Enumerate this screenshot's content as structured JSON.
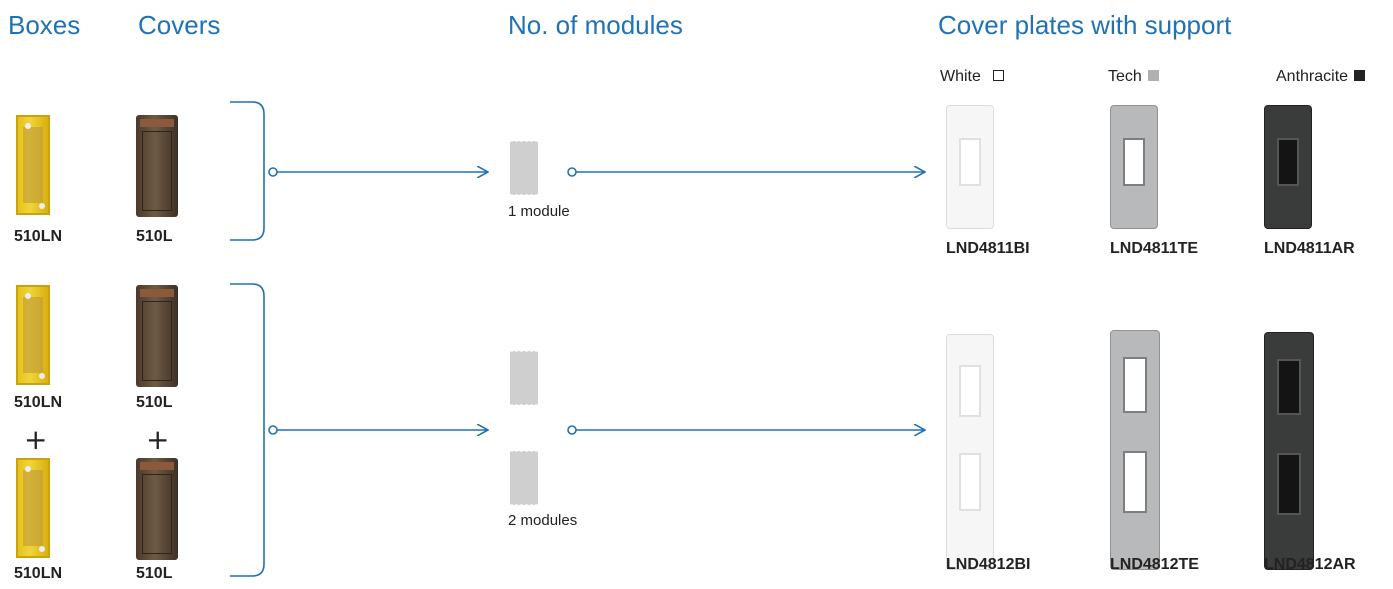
{
  "headers": {
    "boxes": "Boxes",
    "covers": "Covers",
    "modules": "No. of modules",
    "plates": "Cover plates with support"
  },
  "finishes": [
    {
      "label": "White",
      "color": "#ffffff",
      "border": "#222222"
    },
    {
      "label": "Tech",
      "color": "#b0b0b0",
      "border": "#b0b0b0"
    },
    {
      "label": "Anthracite",
      "color": "#222222",
      "border": "#222222"
    }
  ],
  "row1": {
    "box_code": "510LN",
    "cover_code": "510L",
    "module_label": "1 module",
    "plates": [
      "LND4811BI",
      "LND4811TE",
      "LND4811AR"
    ]
  },
  "row2": {
    "box_code_a": "510LN",
    "box_code_b": "510LN",
    "cover_code_a": "510L",
    "cover_code_b": "510L",
    "plus": "+",
    "module_label": "2 modules",
    "plates": [
      "LND4812BI",
      "LND4812TE",
      "LND4812AR"
    ]
  },
  "colors": {
    "accent": "#1f72b4",
    "white_plate": "#f6f6f6",
    "tech_plate": "#b7b9bb",
    "anthracite_plate": "#3a3c3c"
  }
}
